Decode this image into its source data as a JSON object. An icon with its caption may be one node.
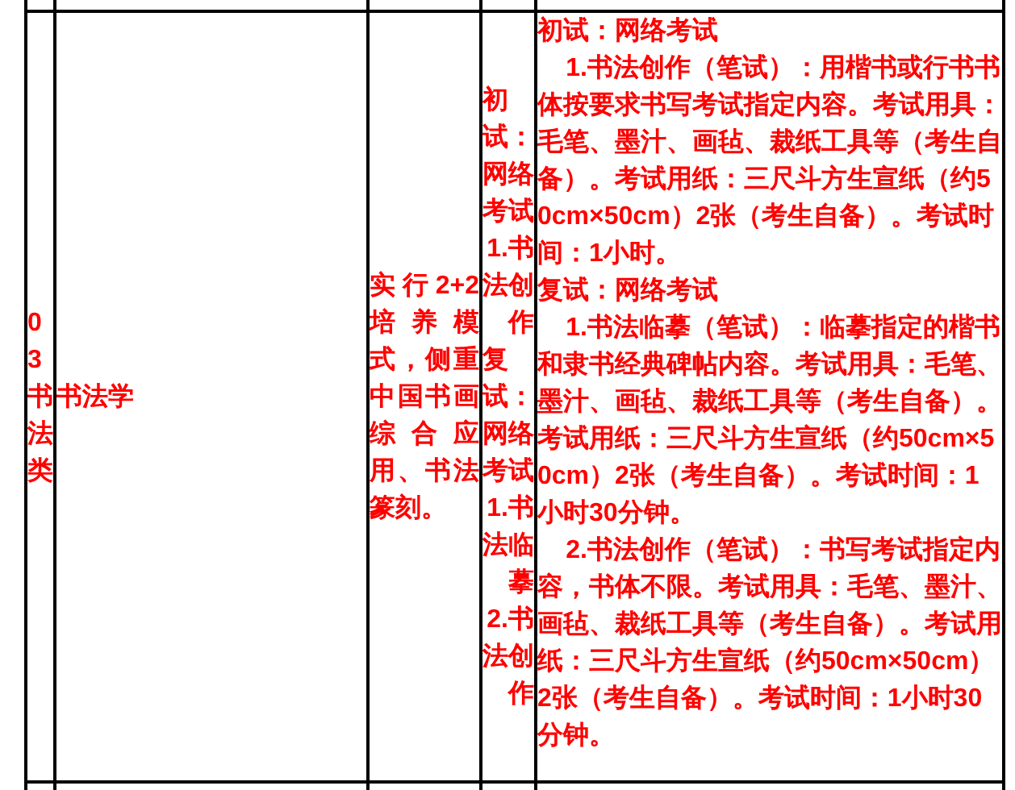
{
  "diagram": {
    "labels": [
      "03书法类",
      "书法学",
      "实行2+2培养模式，侧重中国书画综合应用、书法篆刻。",
      "初试：网络考试",
      "1.书法创作",
      "复试：网络考试",
      "1.书法临摹",
      "2.书法创作",
      "初试：网络考试",
      "1.书法创作（笔试）：用楷书或行书书体按要求书写考试指定内容。考试用具：毛笔、墨汁、画毡、裁纸工具等（考生自备）。考试用纸：三尺斗方生宣纸（约50cm×50cm）2张（考生自备）。考试时间：1小时。",
      "复试：网络考试",
      "1.书法临摹（笔试）：临摹指定的楷书和隶书经典碑帖内容。考试用具：毛笔、墨汁、画毡、裁纸工具等（考生自备）。考试用纸：三尺斗方生宣纸（约50cm×50cm）2张（考生自备）。考试时间：1小时30分钟。",
      "2.书法创作（笔试）：书写考试指定内容，书体不限。考试用具：毛笔、墨汁、画毡、裁纸工具等（考生自备）。考试用纸：三尺斗方生宣纸（约50cm×50cm）2张（考生自备）。考试时间：1小时30分钟。"
    ]
  }
}
